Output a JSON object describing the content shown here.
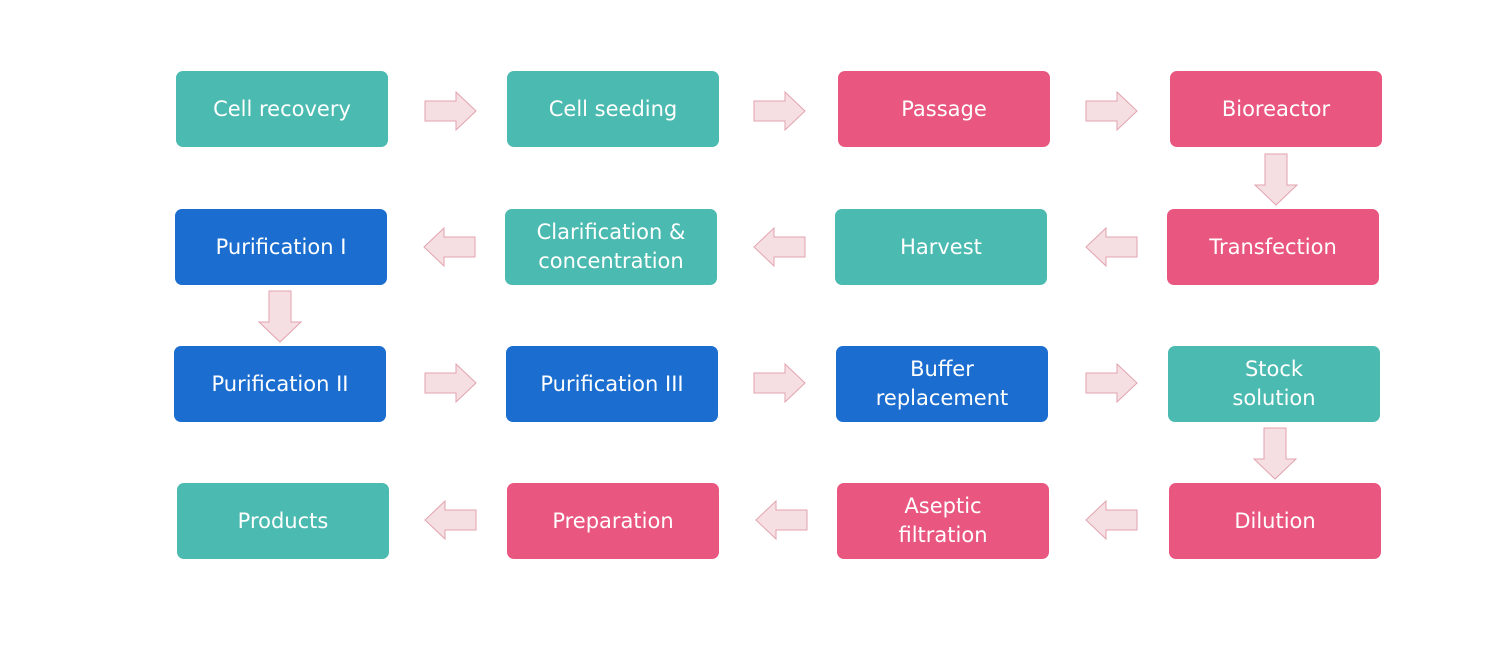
{
  "steps": [
    {
      "label": "Cell recovery",
      "color": "#4bbab0"
    },
    {
      "label": "Cell seeding",
      "color": "#4bbab0"
    },
    {
      "label": "Passage",
      "color": "#e9567f"
    },
    {
      "label": "Bioreactor",
      "color": "#e9567f"
    },
    {
      "label": "Transfection",
      "color": "#e9567f"
    },
    {
      "label": "Harvest",
      "color": "#4bbab0"
    },
    {
      "label": "Clarification & concentration",
      "color": "#4bbab0"
    },
    {
      "label": "Purification I",
      "color": "#1b6ecf"
    },
    {
      "label": "Purification II",
      "color": "#1b6ecf"
    },
    {
      "label": "Purification III",
      "color": "#1b6ecf"
    },
    {
      "label": "Buffer replacement",
      "color": "#1b6ecf"
    },
    {
      "label": "Stock solution",
      "color": "#4bbab0"
    },
    {
      "label": "Dilution",
      "color": "#e9567f"
    },
    {
      "label": "Aseptic filtration",
      "color": "#e9567f"
    },
    {
      "label": "Preparation",
      "color": "#e9567f"
    },
    {
      "label": "Products",
      "color": "#4bbab0"
    }
  ]
}
